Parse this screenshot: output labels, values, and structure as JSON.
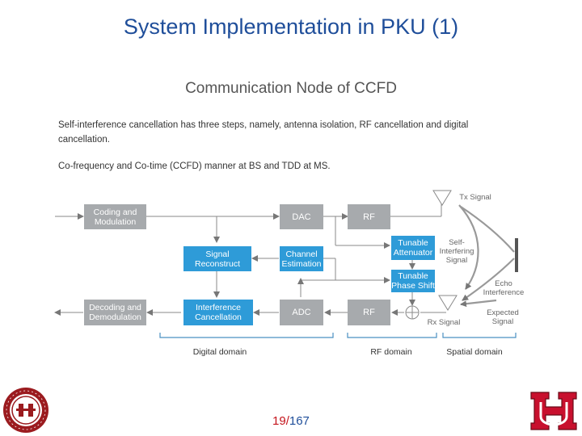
{
  "slide": {
    "title": "System Implementation in PKU (1)",
    "subtitle": "Communication Node of CCFD",
    "paragraph1_line1": "Self-interference cancellation has three steps, namely, antenna isolation, RF cancellation and digital",
    "paragraph1_line2": "cancellation.",
    "paragraph2": "Co-frequency and Co-time (CCFD) manner at BS and TDD at MS."
  },
  "diagram": {
    "blocks": {
      "coding_line1": "Coding and",
      "coding_line2": "Modulation",
      "dac": "DAC",
      "rf_tx": "RF",
      "signal_reconstruct_line1": "Signal",
      "signal_reconstruct_line2": "Reconstruct",
      "channel_estimation_line1": "Channel",
      "channel_estimation_line2": "Estimation",
      "tunable_attenuator_line1": "Tunable",
      "tunable_attenuator_line2": "Attenuator",
      "tunable_phase_line1": "Tunable",
      "tunable_phase_line2": "Phase Shift",
      "decoding_line1": "Decoding and",
      "decoding_line2": "Demodulation",
      "interference_line1": "Interference",
      "interference_line2": "Cancellation",
      "adc": "ADC",
      "rf_rx": "RF"
    },
    "labels": {
      "tx_signal": "Tx Signal",
      "self_interfering_line1": "Self-",
      "self_interfering_line2": "Interfering",
      "self_interfering_line3": "Signal",
      "echo_line1": "Echo",
      "echo_line2": "Interference",
      "expected_line1": "Expected",
      "expected_line2": "Signal",
      "rx_signal": "Rx Signal"
    },
    "domains": {
      "digital": "Digital domain",
      "rf": "RF domain",
      "spatial": "Spatial domain"
    }
  },
  "footer": {
    "page_current": "19",
    "page_separator": "/",
    "page_total": "167"
  },
  "colors": {
    "title": "#1f4e9a",
    "block_gray": "#a7aaad",
    "block_blue": "#2e9bd8",
    "page_current": "#c4141c",
    "uh_logo": "#c8102e",
    "pku_logo": "#9b1b1f"
  }
}
